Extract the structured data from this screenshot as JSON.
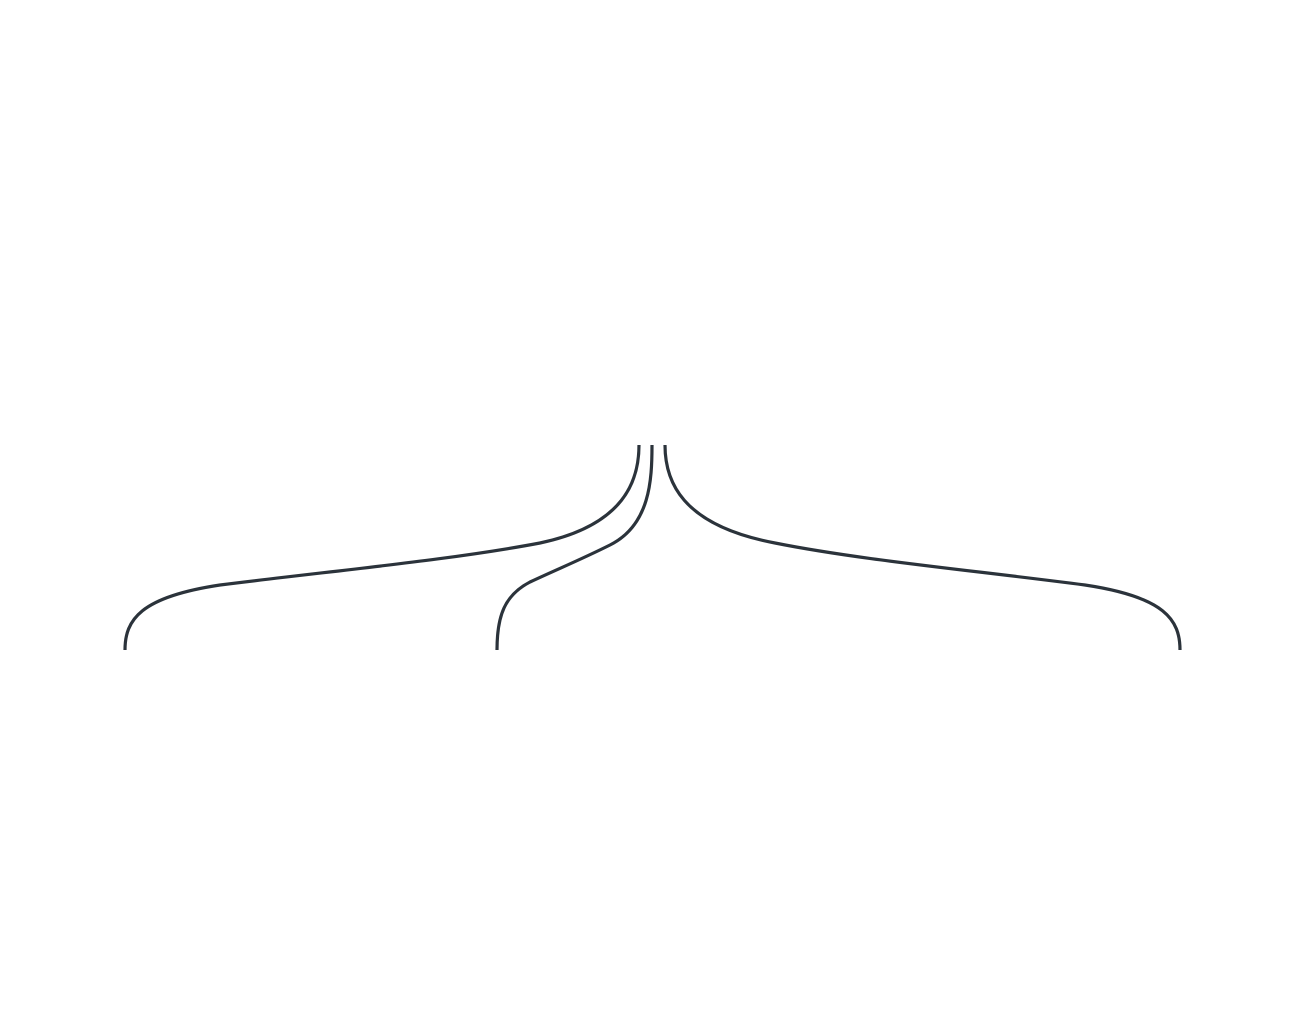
{
  "diagram": {
    "type": "tree-connectors",
    "stroke_color": "#2b333b",
    "background_color": "#ffffff",
    "connectors": [
      {
        "id": "branch-left",
        "from": "root",
        "to": "child-1"
      },
      {
        "id": "branch-middle",
        "from": "root",
        "to": "child-2"
      },
      {
        "id": "branch-right",
        "from": "root",
        "to": "child-3"
      }
    ]
  }
}
